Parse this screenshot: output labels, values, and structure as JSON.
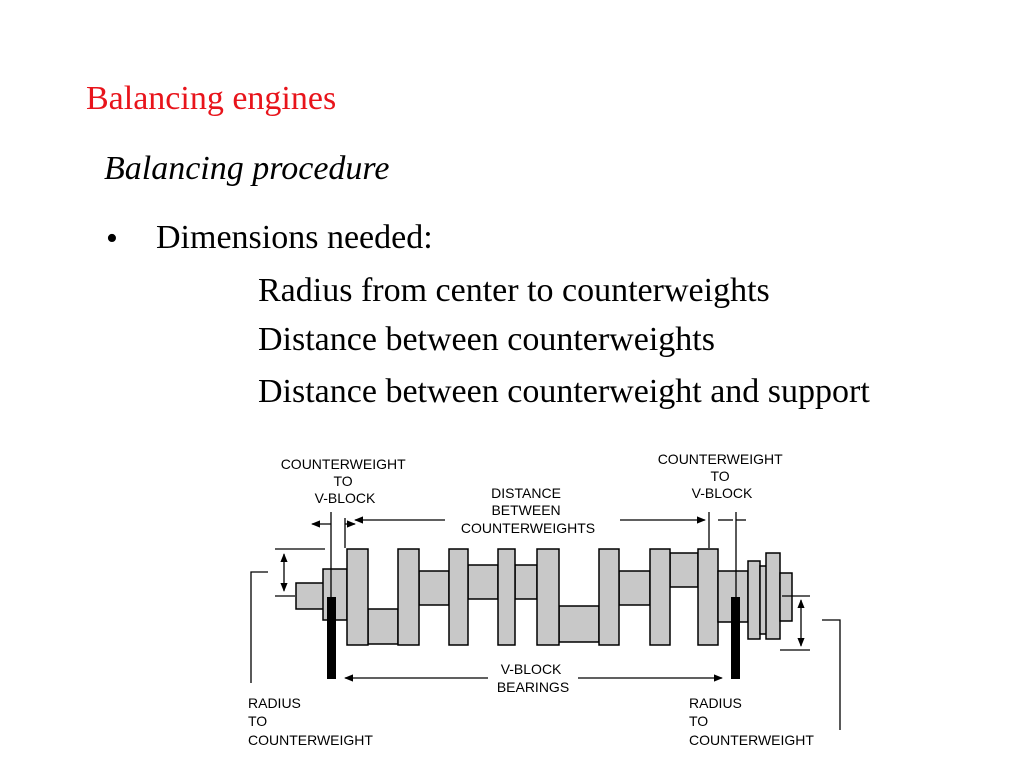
{
  "slide": {
    "title": "Balancing engines",
    "subtitle": "Balancing procedure",
    "bullet_symbol": "•",
    "bullet_text": "Dimensions needed:",
    "sub_items": [
      "Radius from center to counterweights",
      "Distance between counterweights",
      "Distance between counterweight and support"
    ]
  },
  "diagram": {
    "labels": {
      "cw_vblock_left": [
        "COUNTERWEIGHT",
        "TO",
        "V-BLOCK"
      ],
      "cw_vblock_right": [
        "COUNTERWEIGHT",
        "TO",
        "V-BLOCK"
      ],
      "distance_between": [
        "DISTANCE",
        "BETWEEN",
        "COUNTERWEIGHTS"
      ],
      "vblock_bearings": [
        "V-BLOCK",
        "BEARINGS"
      ],
      "radius_left": [
        "RADIUS",
        "TO",
        "COUNTERWEIGHT"
      ],
      "radius_right": [
        "RADIUS",
        "TO",
        "COUNTERWEIGHT"
      ]
    }
  },
  "colors": {
    "title": "#e8141b",
    "part_fill": "#c8c8c8"
  }
}
